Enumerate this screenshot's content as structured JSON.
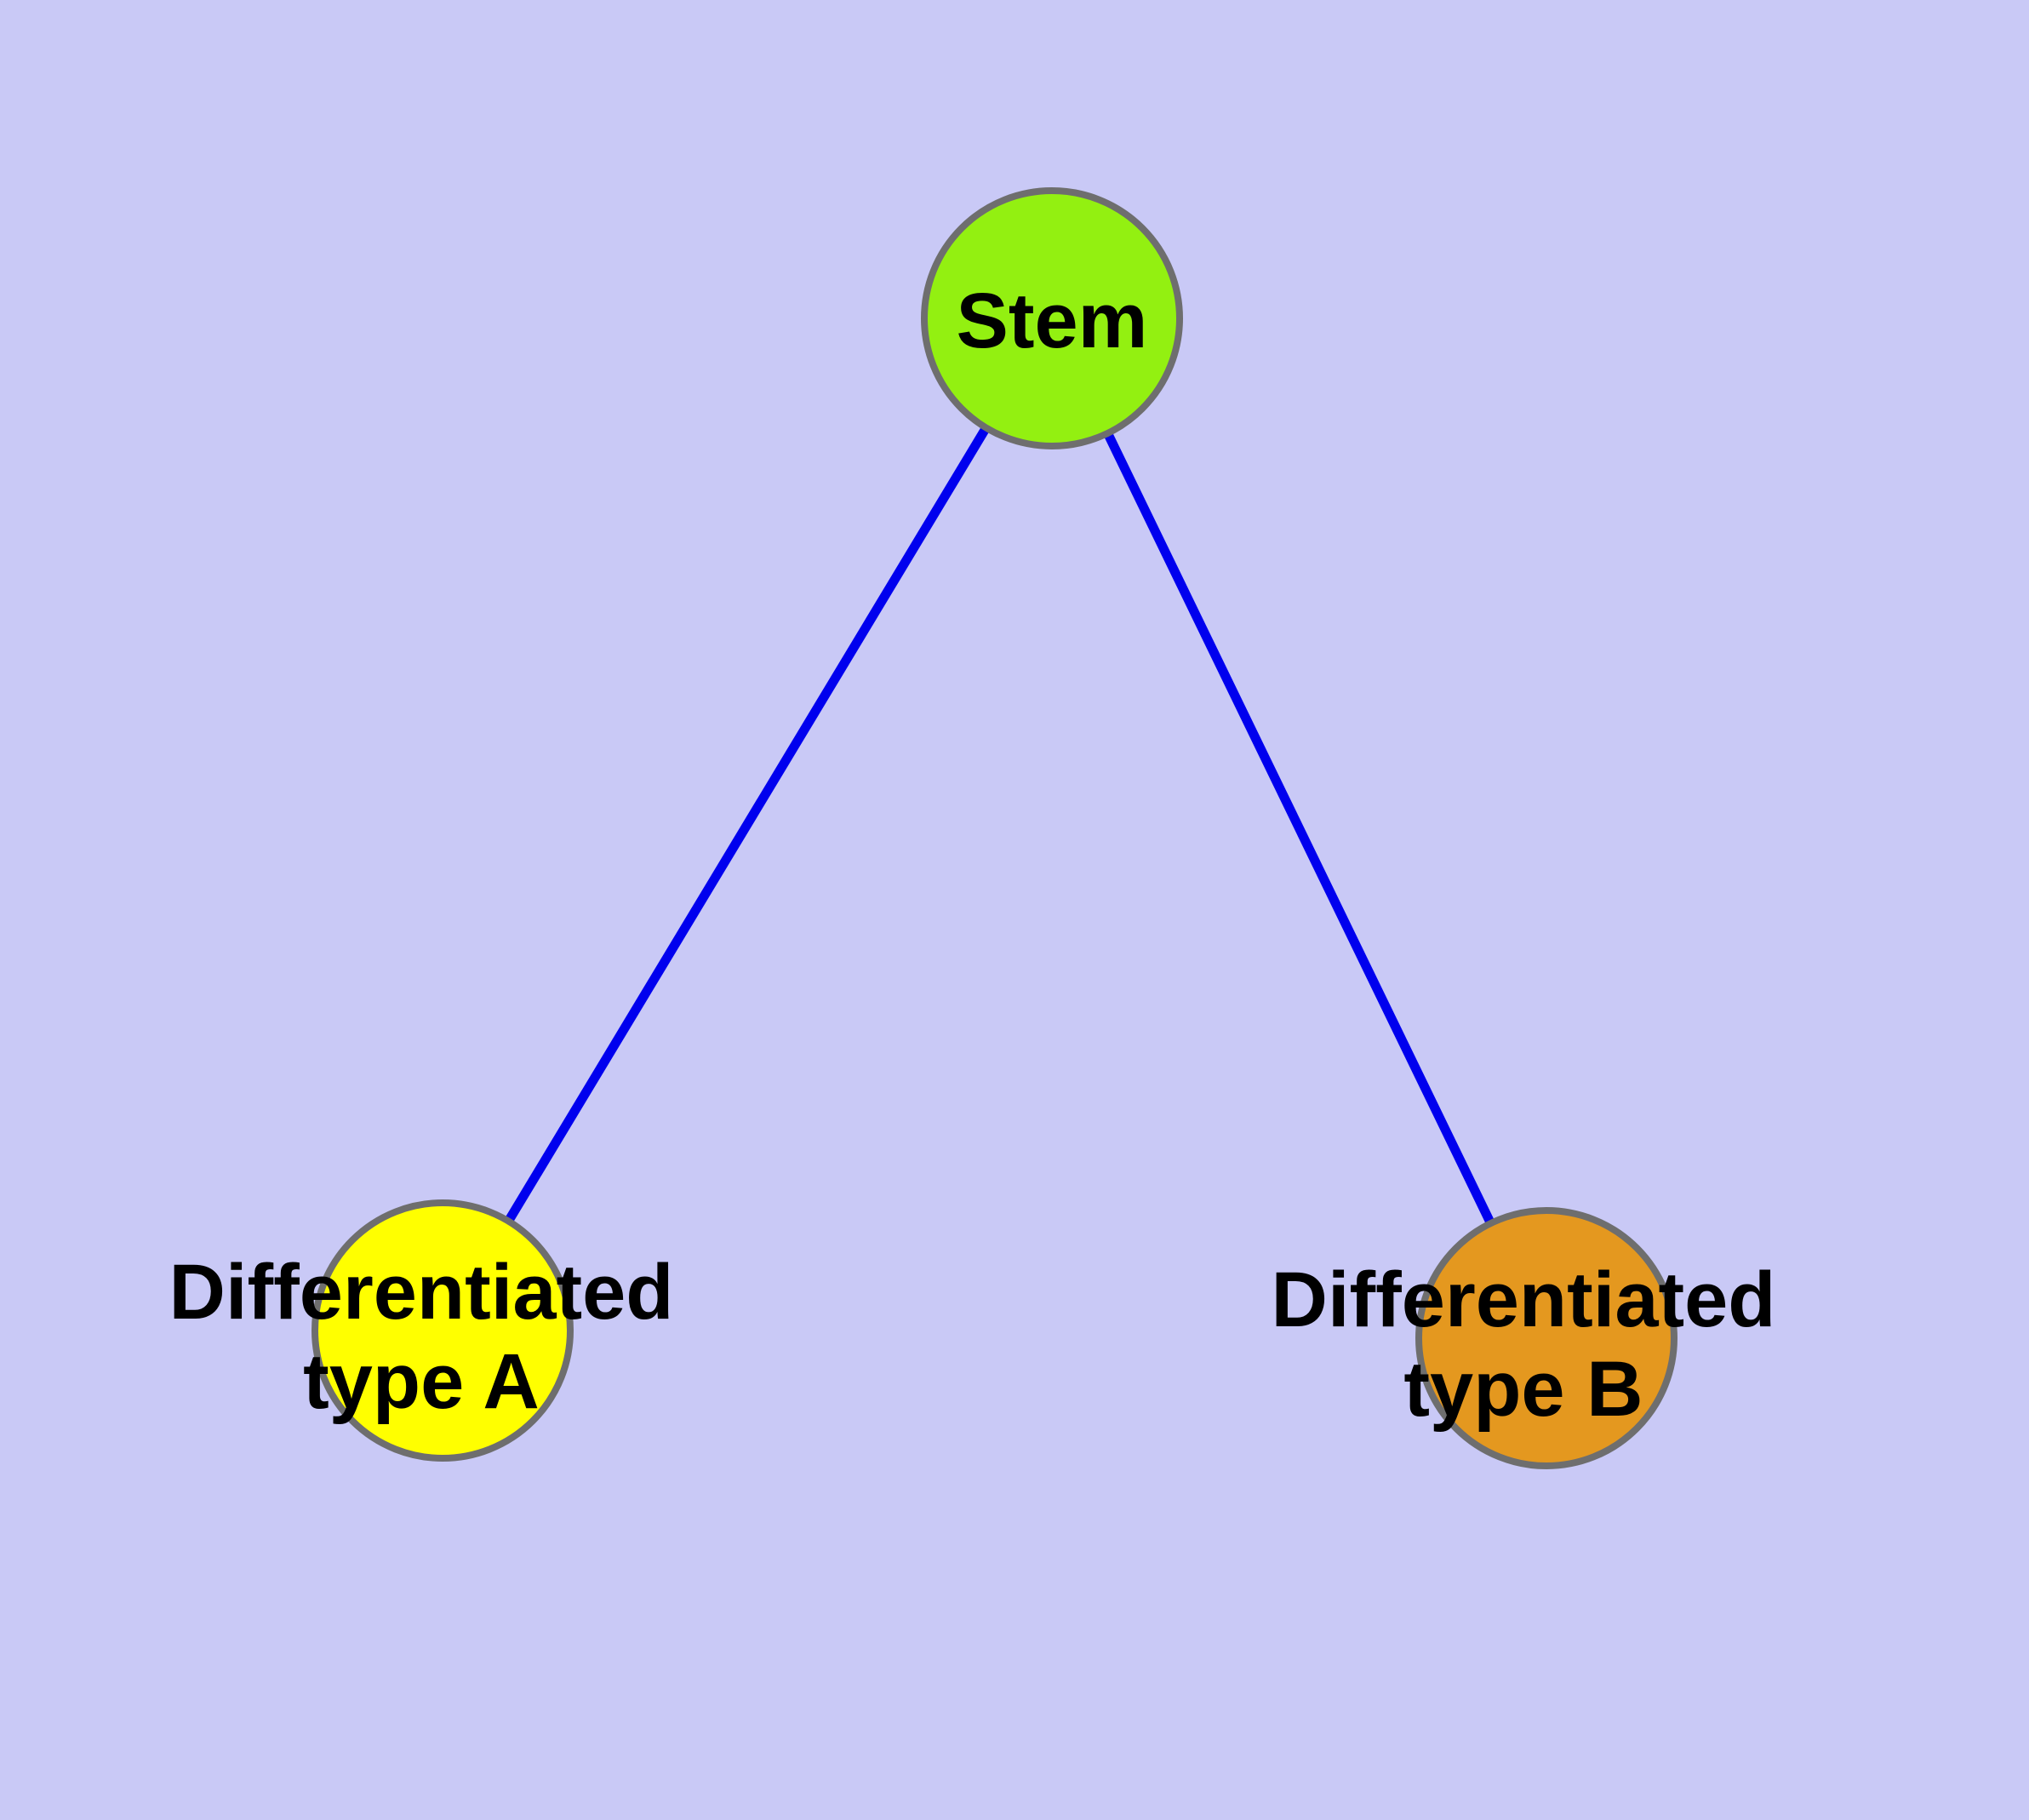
{
  "diagram": {
    "type": "node-link-graph",
    "background_color": "#C9C9F6",
    "edge_color": "#0000EE",
    "node_border_color": "#6E6E6E",
    "text_color": "#000000",
    "nodes": [
      {
        "id": "stem",
        "label": "Stem",
        "label_lines": [
          "Stem"
        ],
        "color": "#93F011",
        "shape": "circle"
      },
      {
        "id": "differentiated-type-a",
        "label": "Differentiated type A",
        "label_lines": [
          "Differentiated",
          "type A"
        ],
        "color": "#FFFF00",
        "shape": "circle"
      },
      {
        "id": "differentiated-type-b",
        "label": "Differentiated type B",
        "label_lines": [
          "Differentiated",
          "type B"
        ],
        "color": "#E4981F",
        "shape": "circle"
      }
    ],
    "edges": [
      {
        "from": "Stem",
        "to": "Differentiated type A"
      },
      {
        "from": "Stem",
        "to": "Differentiated type B"
      }
    ]
  }
}
